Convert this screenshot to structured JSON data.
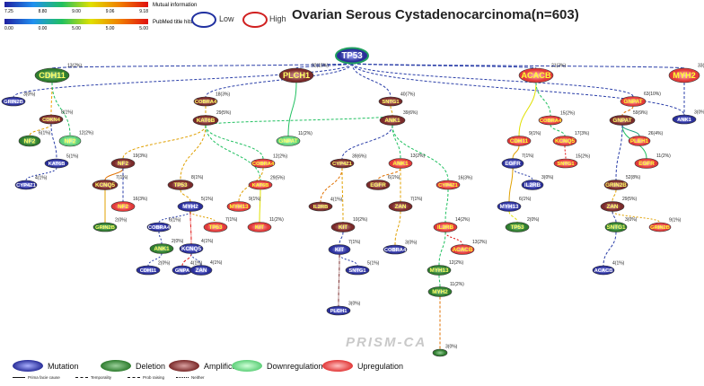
{
  "title": "Ovarian Serous Cystadenocarcinoma(n=603)",
  "colorbars": {
    "mutual_information": {
      "label": "Mutual information",
      "ticks": [
        "7.25",
        "8.80",
        "9.00",
        "9.06",
        "9.18"
      ]
    },
    "pubmed": {
      "label": "PubMed title hits",
      "ticks": [
        "0.00",
        "0.00",
        "5.00",
        "5.00",
        "5.00"
      ]
    }
  },
  "legend": {
    "low": "Low",
    "high": "High",
    "node_types": [
      {
        "label": "Mutation",
        "color": "#2a2f9a"
      },
      {
        "label": "Deletion",
        "color": "#2f7d2f"
      },
      {
        "label": "Amplification",
        "color": "#7a2a2a"
      },
      {
        "label": "Downregulation",
        "color": "#5fd07a"
      },
      {
        "label": "Upregulation",
        "color": "#e23a3a"
      }
    ],
    "edge_types": [
      "Prima facie cause",
      "Temporality",
      "Prob raising",
      "Neither"
    ]
  },
  "watermark": "PRISM-CA",
  "colors": {
    "mutation": "#2a2f9a",
    "deletion": "#2f7d2f",
    "amplification": "#7a2a2a",
    "downregulation": "#5fd07a",
    "upregulation": "#e23a3a"
  },
  "nodes": [
    {
      "id": "TP53",
      "label": "TP53",
      "type": "mutation",
      "count": ""
    },
    {
      "id": "CDH11a",
      "label": "CDH11",
      "type": "deletion",
      "count": "13(2%)"
    },
    {
      "id": "PLCH1a",
      "label": "PLCH1",
      "type": "amplification",
      "count": "92(15%)"
    },
    {
      "id": "ACACBa",
      "label": "ACACB",
      "type": "upregulation",
      "count": "21(3%)"
    },
    {
      "id": "MYH2a",
      "label": "MYH2",
      "type": "upregulation",
      "count": "33(5%)"
    },
    {
      "id": "GRIN2Ba",
      "label": "GRIN2B",
      "type": "mutation",
      "count": "3(0%)"
    },
    {
      "id": "CDKN4a",
      "label": "CDKN4",
      "type": "amplification",
      "count": "8(1%)"
    },
    {
      "id": "NF2a",
      "label": "NF2",
      "type": "deletion",
      "count": "6(1%)"
    },
    {
      "id": "NF2b",
      "label": "NF2",
      "type": "downregulation",
      "count": "12(2%)"
    },
    {
      "id": "KAT6Ba",
      "label": "KAT6B",
      "type": "mutation",
      "count": "5(1%)"
    },
    {
      "id": "CYP4Z1a",
      "label": "CYP4Z1",
      "type": "mutation",
      "count": "4(1%)"
    },
    {
      "id": "COBRA4a",
      "label": "COBRA4",
      "type": "amplification",
      "count": "18(3%)"
    },
    {
      "id": "KAT6Bb",
      "label": "KAT6B",
      "type": "amplification",
      "count": "29(5%)"
    },
    {
      "id": "GNPATa",
      "label": "GNPAT",
      "type": "downregulation",
      "count": "11(2%)"
    },
    {
      "id": "SNTG1a",
      "label": "SNTG1",
      "type": "amplification",
      "count": "40(7%)"
    },
    {
      "id": "ANK1a",
      "label": "ANK1",
      "type": "amplification",
      "count": "39(6%)"
    },
    {
      "id": "COBRA4b",
      "label": "COBRA4",
      "type": "upregulation",
      "count": "15(2%)"
    },
    {
      "id": "GNPATb",
      "label": "GNPAT",
      "type": "upregulation",
      "count": "63(10%)"
    },
    {
      "id": "GNPATc",
      "label": "GNPAT",
      "type": "amplification",
      "count": "59(9%)"
    },
    {
      "id": "ANK1b",
      "label": "ANK1",
      "type": "mutation",
      "count": "3(0%)"
    },
    {
      "id": "NF2c",
      "label": "NF2",
      "type": "amplification",
      "count": "19(3%)"
    },
    {
      "id": "KCNQ5a",
      "label": "KCNQ5",
      "type": "amplification",
      "count": "7(1%)"
    },
    {
      "id": "NF2d",
      "label": "NF2",
      "type": "upregulation",
      "count": "16(3%)"
    },
    {
      "id": "GRIN2Bb",
      "label": "GRIN2B",
      "type": "deletion",
      "count": "2(0%)"
    },
    {
      "id": "TP53b",
      "label": "TP53",
      "type": "amplification",
      "count": "8(1%)"
    },
    {
      "id": "MYH2b",
      "label": "MYH2",
      "type": "mutation",
      "count": "5(1%)"
    },
    {
      "id": "COBRA4c",
      "label": "COBRA4",
      "type": "upregulation",
      "count": "12(2%)"
    },
    {
      "id": "KAT6Bc",
      "label": "KAT6B",
      "type": "upregulation",
      "count": "29(5%)"
    },
    {
      "id": "COBRA4d",
      "label": "COBRA4",
      "type": "mutation",
      "count": "6(1%)"
    },
    {
      "id": "ANK1c",
      "label": "ANK1",
      "type": "deletion",
      "count": "2(0%)"
    },
    {
      "id": "CDH11b",
      "label": "CDH11",
      "type": "mutation",
      "count": "2(0%)"
    },
    {
      "id": "KCNQ5b",
      "label": "KCNQ5",
      "type": "mutation",
      "count": "4(1%)"
    },
    {
      "id": "GNPATd",
      "label": "GNPA",
      "type": "mutation",
      "count": "4(1%)"
    },
    {
      "id": "ZANa",
      "label": "ZAN",
      "type": "mutation",
      "count": "4(1%)"
    },
    {
      "id": "TP53c",
      "label": "TP53",
      "type": "upregulation",
      "count": "7(1%)"
    },
    {
      "id": "MYH13a",
      "label": "MYH13",
      "type": "upregulation",
      "count": "9(1%)"
    },
    {
      "id": "KITa",
      "label": "KIT",
      "type": "upregulation",
      "count": "11(2%)"
    },
    {
      "id": "CYP4Z1b",
      "label": "CYP4Z1",
      "type": "amplification",
      "count": "39(6%)"
    },
    {
      "id": "IL2RBa",
      "label": "IL2RB",
      "type": "amplification",
      "count": "4(1%)"
    },
    {
      "id": "KITb",
      "label": "KIT",
      "type": "amplification",
      "count": "10(2%)"
    },
    {
      "id": "KITc",
      "label": "KIT",
      "type": "mutation",
      "count": "7(1%)"
    },
    {
      "id": "SNTG1b",
      "label": "SNTG1",
      "type": "mutation",
      "count": "5(1%)"
    },
    {
      "id": "PLCH1b",
      "label": "PLCH1",
      "type": "mutation",
      "count": "3(0%)"
    },
    {
      "id": "EGFRa",
      "label": "EGFR",
      "type": "amplification",
      "count": "6(1%)"
    },
    {
      "id": "ANK1d",
      "label": "ANK1",
      "type": "upregulation",
      "count": "13(2%)"
    },
    {
      "id": "ZANb",
      "label": "ZAN",
      "type": "amplification",
      "count": "7(1%)"
    },
    {
      "id": "COBRA4e",
      "label": "COBRA4",
      "type": "mutation",
      "count": "3(0%)"
    },
    {
      "id": "CYP4Z1c",
      "label": "CYP4Z1",
      "type": "upregulation",
      "count": "16(3%)"
    },
    {
      "id": "IL2RBb",
      "label": "IL2RB",
      "type": "upregulation",
      "count": "14(2%)"
    },
    {
      "id": "ACACBb",
      "label": "ACACB",
      "type": "upregulation",
      "count": "13(2%)"
    },
    {
      "id": "MYH13b",
      "label": "MYH13",
      "type": "deletion",
      "count": "12(2%)"
    },
    {
      "id": "MYH2c",
      "label": "MYH2",
      "type": "deletion",
      "count": "11(2%)"
    },
    {
      "id": "Xa",
      "label": "",
      "type": "deletion",
      "count": "3(0%)"
    },
    {
      "id": "CDH11c",
      "label": "CDH11",
      "type": "upregulation",
      "count": "9(1%)"
    },
    {
      "id": "KCNQ5c",
      "label": "KCNQ5",
      "type": "upregulation",
      "count": "17(3%)"
    },
    {
      "id": "SNTG1c",
      "label": "SNTG1",
      "type": "upregulation",
      "count": "15(2%)"
    },
    {
      "id": "EGFRb",
      "label": "EGFR",
      "type": "mutation",
      "count": "7(1%)"
    },
    {
      "id": "IL2RBc",
      "label": "IL2RB",
      "type": "mutation",
      "count": "3(0%)"
    },
    {
      "id": "MYH13c",
      "label": "MYH13",
      "type": "mutation",
      "count": "6(1%)"
    },
    {
      "id": "TP53d",
      "label": "TP53",
      "type": "deletion",
      "count": "2(0%)"
    },
    {
      "id": "PLEH1a",
      "label": "PLEH1",
      "type": "upregulation",
      "count": "26(4%)"
    },
    {
      "id": "EGFRc",
      "label": "EGFR",
      "type": "upregulation",
      "count": "11(2%)"
    },
    {
      "id": "GRIN2Bc",
      "label": "GRIN2B",
      "type": "amplification",
      "count": "52(8%)"
    },
    {
      "id": "ZANc",
      "label": "ZAN",
      "type": "amplification",
      "count": "29(5%)"
    },
    {
      "id": "GRIN2Bd",
      "label": "GRIN2B",
      "type": "upregulation",
      "count": "9(1%)"
    },
    {
      "id": "SNTG1d",
      "label": "SNTG1",
      "type": "deletion",
      "count": "3(0%)"
    },
    {
      "id": "ACACBc",
      "label": "ACACB",
      "type": "mutation",
      "count": "4(1%)"
    }
  ]
}
